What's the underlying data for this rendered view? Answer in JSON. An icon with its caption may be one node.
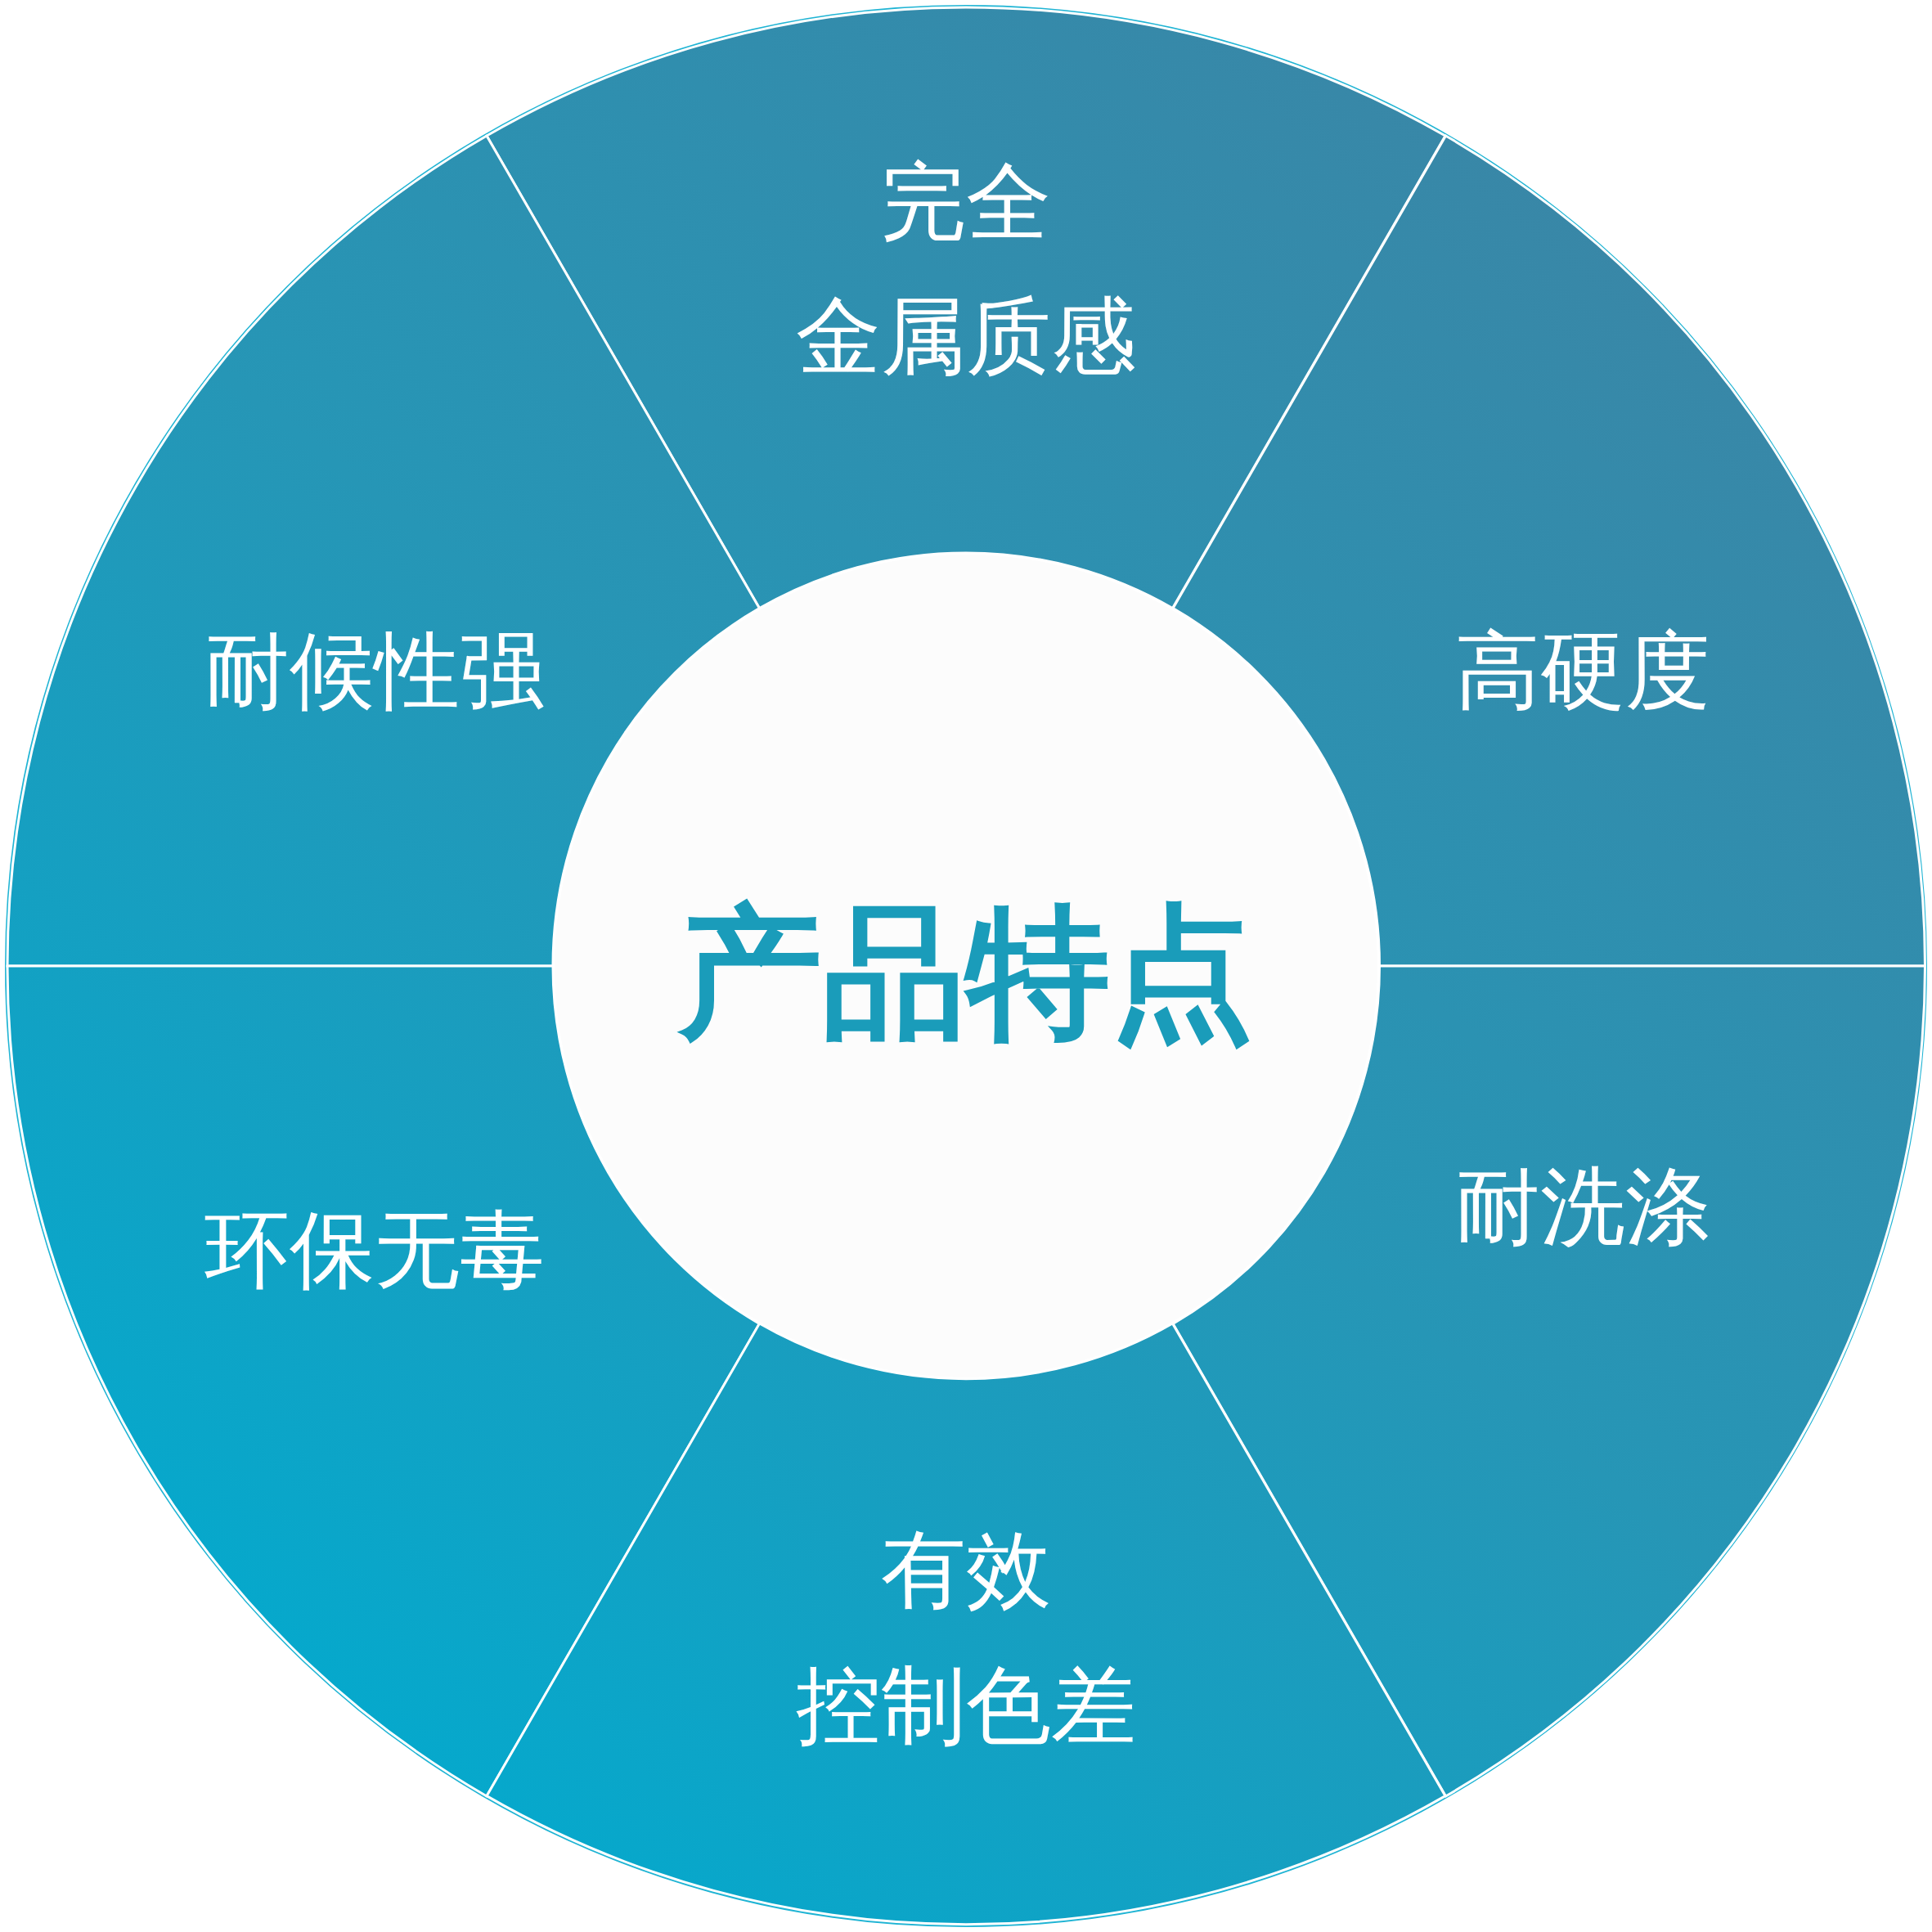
{
  "diagram": {
    "nodes": [
      {
        "text": [
          "完全",
          "金属质感"
        ]
      },
      {
        "text": [
          "耐候性强"
        ]
      },
      {
        "text": [
          "高硬度"
        ]
      },
      {
        "text": [
          "产品特点"
        ]
      },
      {
        "text": [
          "环保无毒"
        ]
      },
      {
        "text": [
          "耐洗涤"
        ]
      },
      {
        "text": [
          "有效",
          "控制色差"
        ]
      }
    ]
  }
}
